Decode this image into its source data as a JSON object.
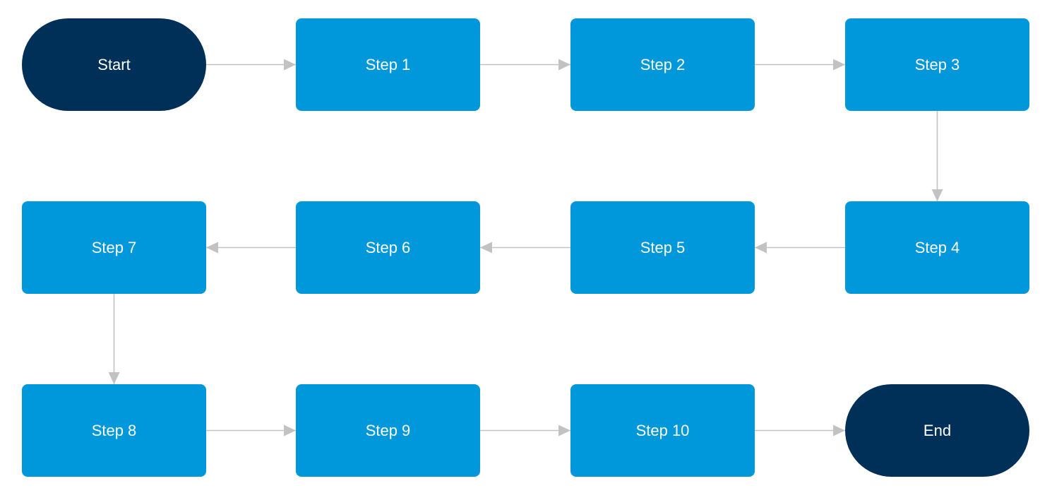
{
  "diagram": {
    "type": "flowchart",
    "colors": {
      "terminal": "#003057",
      "process": "#0098db",
      "connector": "#c2c2c2",
      "text": "#ffffff"
    },
    "nodes": [
      {
        "id": "start",
        "label": "Start",
        "kind": "terminal"
      },
      {
        "id": "step1",
        "label": "Step 1",
        "kind": "process"
      },
      {
        "id": "step2",
        "label": "Step 2",
        "kind": "process"
      },
      {
        "id": "step3",
        "label": "Step 3",
        "kind": "process"
      },
      {
        "id": "step4",
        "label": "Step 4",
        "kind": "process"
      },
      {
        "id": "step5",
        "label": "Step 5",
        "kind": "process"
      },
      {
        "id": "step6",
        "label": "Step 6",
        "kind": "process"
      },
      {
        "id": "step7",
        "label": "Step 7",
        "kind": "process"
      },
      {
        "id": "step8",
        "label": "Step 8",
        "kind": "process"
      },
      {
        "id": "step9",
        "label": "Step 9",
        "kind": "process"
      },
      {
        "id": "step10",
        "label": "Step 10",
        "kind": "process"
      },
      {
        "id": "end",
        "label": "End",
        "kind": "terminal"
      }
    ],
    "edges": [
      [
        "start",
        "step1"
      ],
      [
        "step1",
        "step2"
      ],
      [
        "step2",
        "step3"
      ],
      [
        "step3",
        "step4"
      ],
      [
        "step4",
        "step5"
      ],
      [
        "step5",
        "step6"
      ],
      [
        "step6",
        "step7"
      ],
      [
        "step7",
        "step8"
      ],
      [
        "step8",
        "step9"
      ],
      [
        "step9",
        "step10"
      ],
      [
        "step10",
        "end"
      ]
    ]
  }
}
